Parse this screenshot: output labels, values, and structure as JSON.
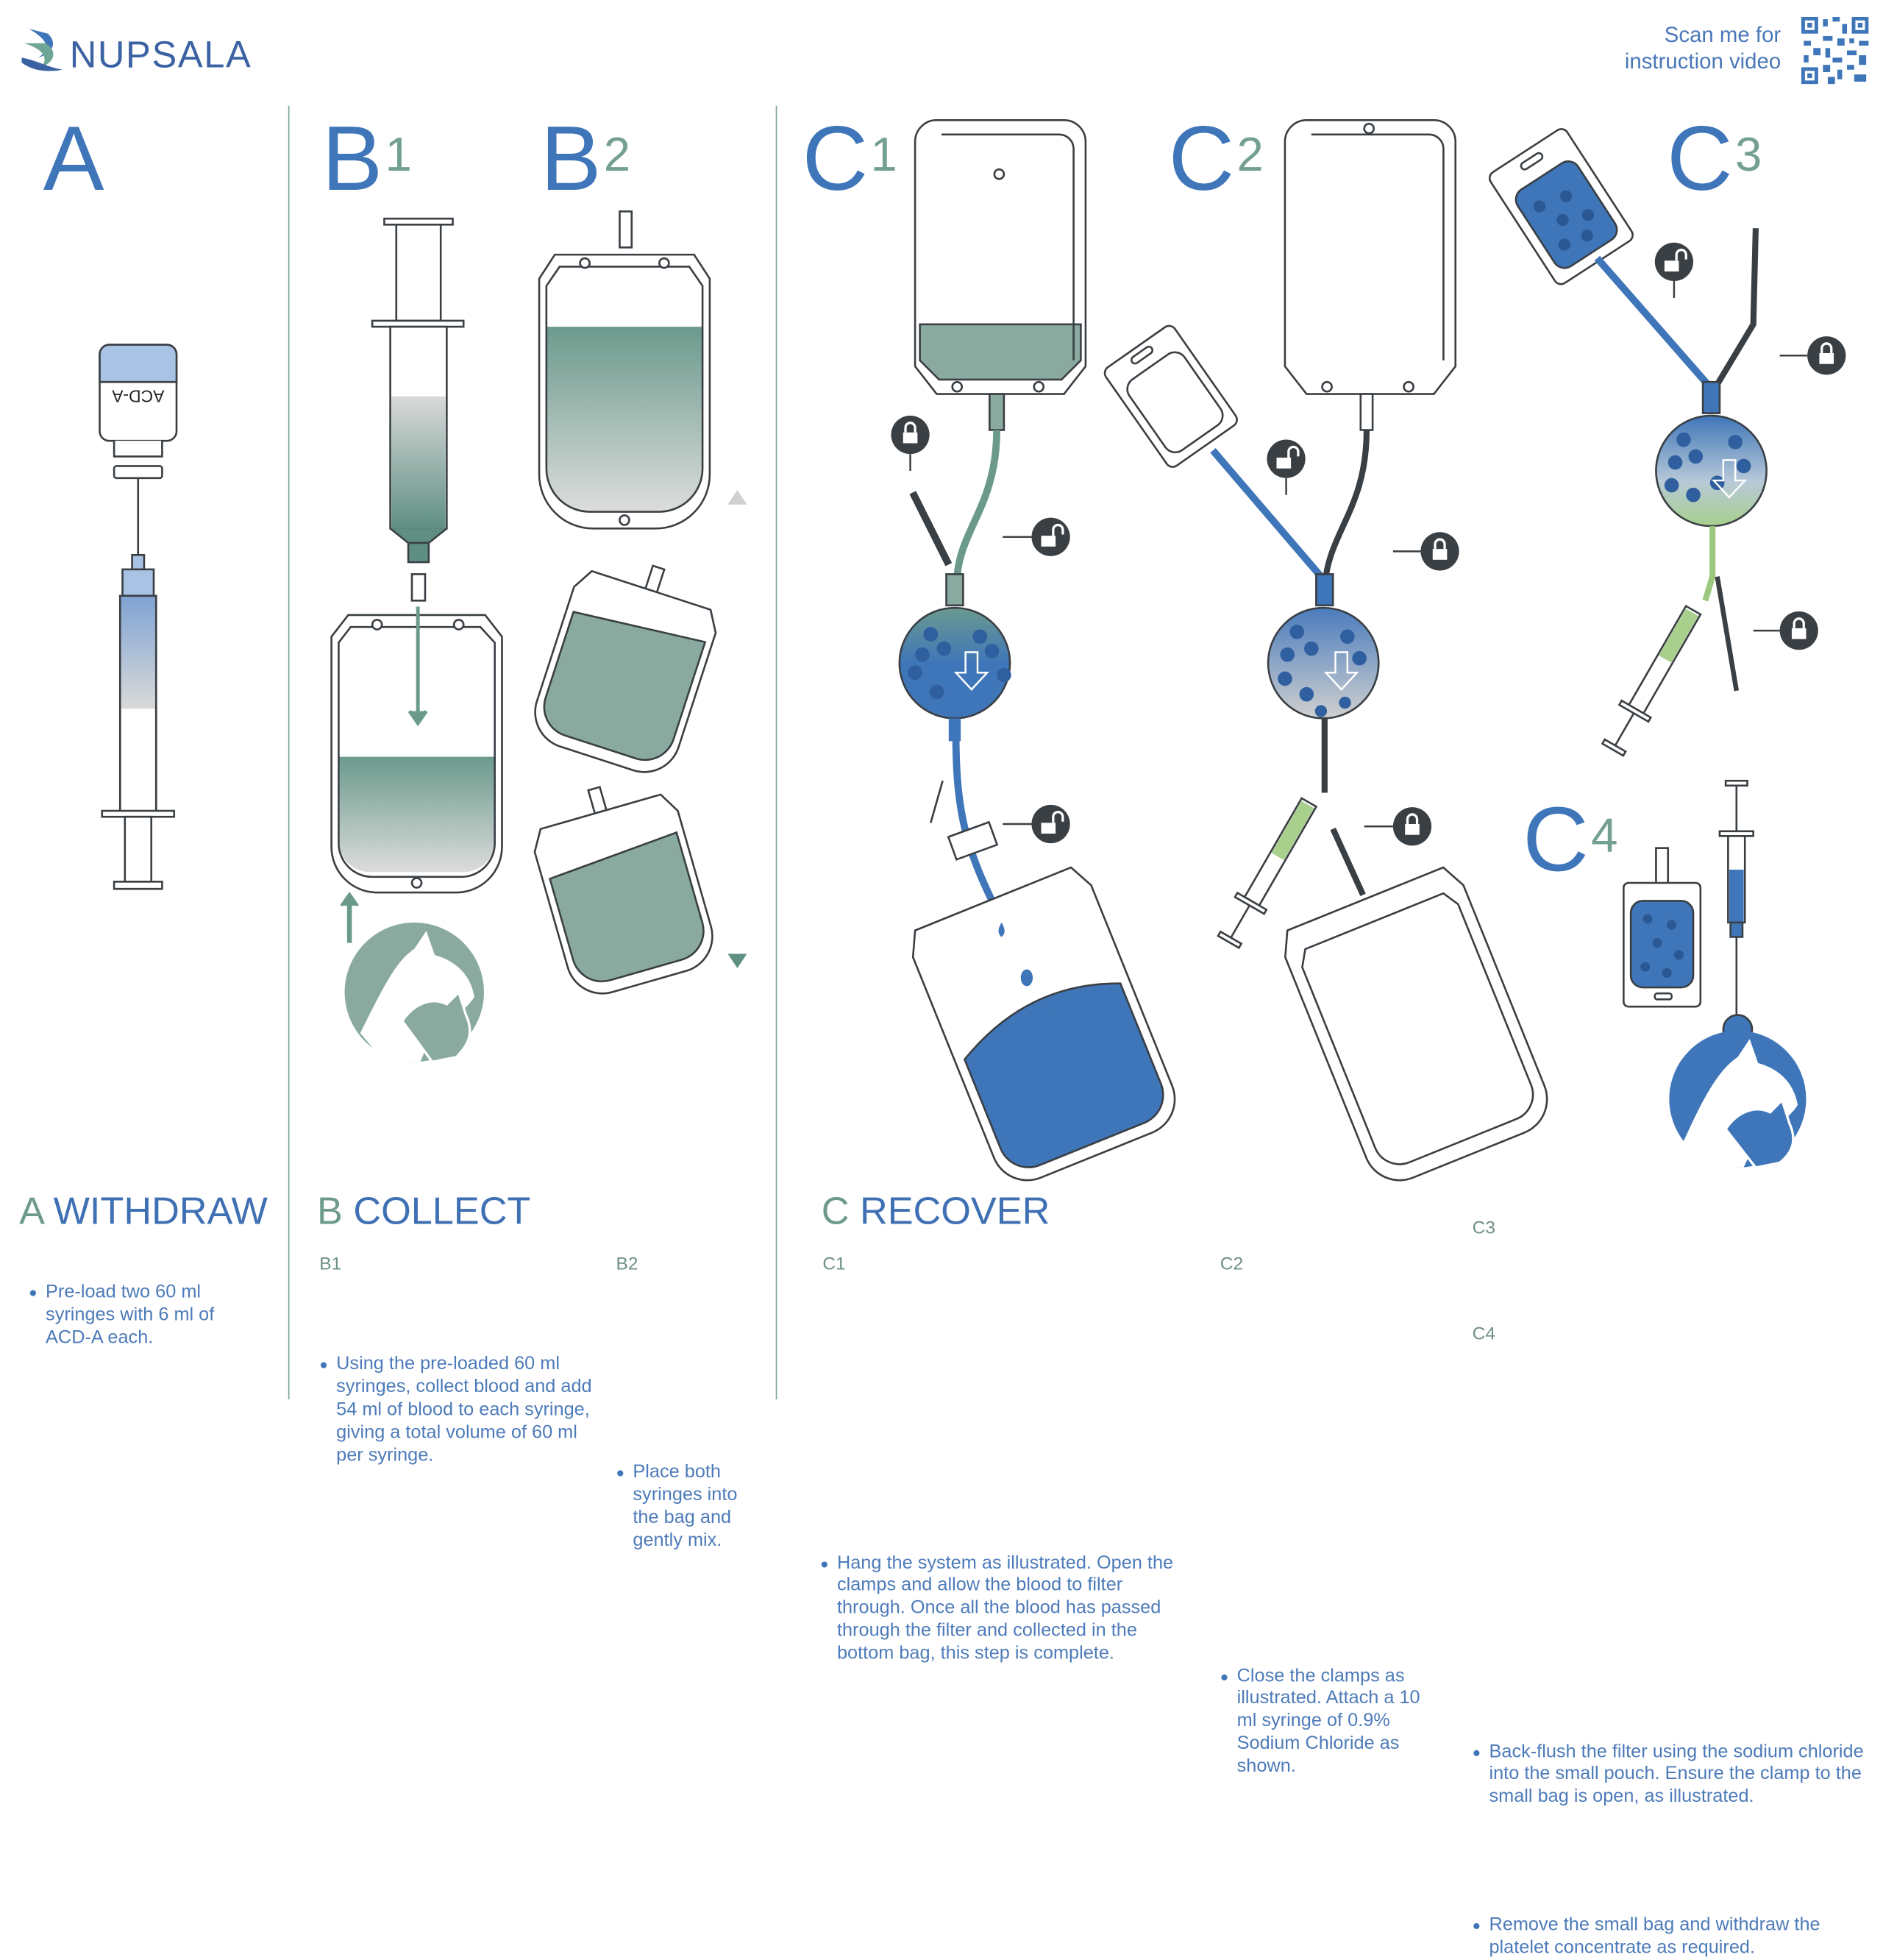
{
  "header": {
    "brand": "NUPSALA",
    "scan_line1": "Scan me for",
    "scan_line2": "instruction video"
  },
  "steps": {
    "A": {
      "letter": "A"
    },
    "B1": {
      "letter": "B",
      "num": "1"
    },
    "B2": {
      "letter": "B",
      "num": "2"
    },
    "C1": {
      "letter": "C",
      "num": "1"
    },
    "C2": {
      "letter": "C",
      "num": "2"
    },
    "C3": {
      "letter": "C",
      "num": "3"
    },
    "C4": {
      "letter": "C",
      "num": "4"
    }
  },
  "vial_label": "ACD-A",
  "sections": {
    "A": {
      "letter": "A",
      "title": "WITHDRAW",
      "bullet": "Pre-load two 60 ml syringes with 6 ml of ACD-A each."
    },
    "B": {
      "letter": "B",
      "title": "COLLECT",
      "B1": {
        "label": "B1",
        "bullet": "Using the pre-loaded 60 ml syringes, collect blood and add 54 ml of blood to each syringe, giving a total volume of 60 ml per syringe."
      },
      "B2": {
        "label": "B2",
        "bullet": "Place both syringes into the bag and gently mix."
      }
    },
    "C": {
      "letter": "C",
      "title": "RECOVER",
      "C1": {
        "label": "C1",
        "bullet": "Hang the system as illustrated. Open the clamps and allow the blood to filter through. Once all the blood has passed through the filter and collected in the bottom bag, this step is complete."
      },
      "C2": {
        "label": "C2",
        "bullet": "Close the clamps as illustrated. Attach a 10 ml syringe of 0.9% Sodium Chloride as shown."
      },
      "C3": {
        "label": "C3",
        "bullet": "Back-flush the filter using the sodium chloride into the small pouch. Ensure the clamp to the small bag is open, as illustrated."
      },
      "C4": {
        "label": "C4",
        "bullet": "Remove the small bag and withdraw the platelet concentrate as required."
      }
    }
  },
  "colors": {
    "blue": "#3f76b9",
    "teal": "#6e9a8c",
    "dark": "#3a3f44"
  }
}
